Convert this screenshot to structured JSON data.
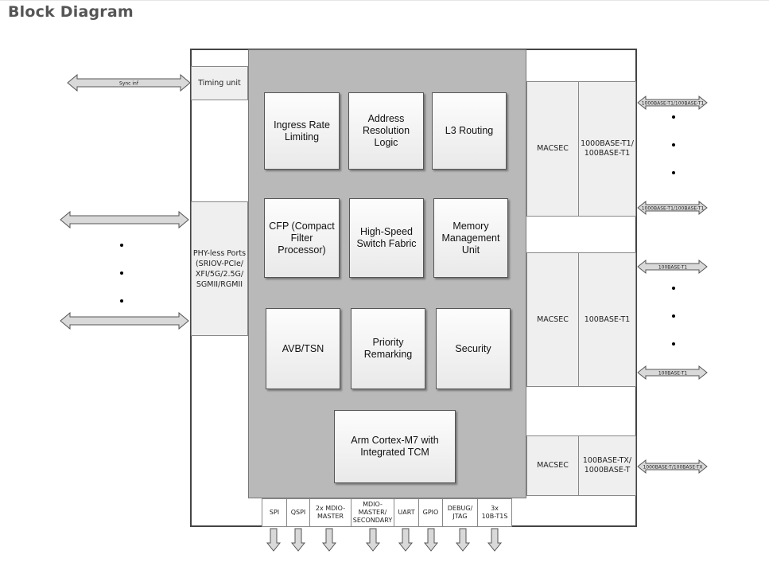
{
  "page": {
    "title": "Block Diagram"
  },
  "left": {
    "timing_unit": "Timing unit",
    "sync_arrow_label": "Sync inf",
    "phy_less_ports": "PHY-less Ports\n(SRIOV-PCIe/\nXFI/5G/2.5G/\nSGMII/RGMII"
  },
  "core_blocks": {
    "ingress": "Ingress Rate\nLimiting",
    "address": "Address\nResolution\nLogic",
    "l3": "L3 Routing",
    "cfp": "CFP (Compact\nFilter\nProcessor)",
    "switch": "High-Speed\nSwitch Fabric",
    "memory": "Memory\nManagement\nUnit",
    "avb": "AVB/TSN",
    "priority": "Priority\nRemarking",
    "security": "Security",
    "arm": "Arm Cortex-M7 with\nIntegrated TCM"
  },
  "right": {
    "group1": {
      "macsec": "MACSEC",
      "phy": "1000BASE-T1/\n100BASE-T1",
      "arrow_label": "1000BASE-T1/100BASE-T1"
    },
    "group2": {
      "macsec": "MACSEC",
      "phy": "100BASE-T1",
      "arrow_label": "100BASE-T1"
    },
    "group3": {
      "macsec": "MACSEC",
      "phy": "100BASE-TX/\n1000BASE-T",
      "arrow_label": "1000BASE-T/100BASE-TX"
    }
  },
  "bottom_interfaces": [
    "SPI",
    "QSPI",
    "2x MDIO-\nMASTER",
    "MDIO-\nMASTER/\nSECONDARY",
    "UART",
    "GPIO",
    "DEBUG/\nJTAG",
    "3x\n10B-T1S"
  ],
  "colors": {
    "arrow_fill": "#d9d9d9",
    "core_fill": "#b9b9b9",
    "cell_fill": "#efefef",
    "title": "#555555"
  }
}
